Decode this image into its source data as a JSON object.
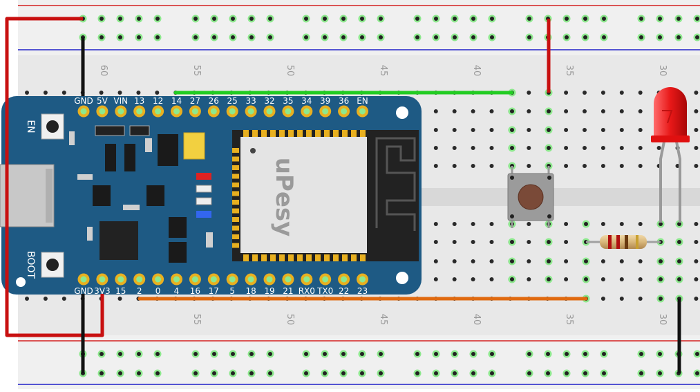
{
  "breadboard": {
    "top_numbers": [
      "60",
      "55",
      "50",
      "45",
      "40",
      "35",
      "30"
    ],
    "bottom_numbers": [
      "55",
      "50",
      "45",
      "40",
      "35",
      "30"
    ]
  },
  "esp32": {
    "brand": "uPesy",
    "top_pins": [
      "GND",
      "5V",
      "VIN",
      "13",
      "12",
      "14",
      "27",
      "26",
      "25",
      "33",
      "32",
      "35",
      "34",
      "39",
      "36",
      "EN"
    ],
    "bottom_pins": [
      "GND",
      "3V3",
      "15",
      "2",
      "0",
      "4",
      "16",
      "17",
      "5",
      "18",
      "19",
      "21",
      "RX0",
      "TX0",
      "22",
      "23"
    ],
    "buttons": {
      "en": "EN",
      "boot": "BOOT"
    }
  },
  "colors": {
    "breadboard": "#e8e8e8",
    "rail_red": "#d42020",
    "rail_blue": "#2020c8",
    "board": "#1e5a84",
    "wire_red": "#c81010",
    "wire_black": "#111111",
    "wire_green": "#22cc22",
    "wire_orange": "#e06a10",
    "led": "#e81818"
  }
}
